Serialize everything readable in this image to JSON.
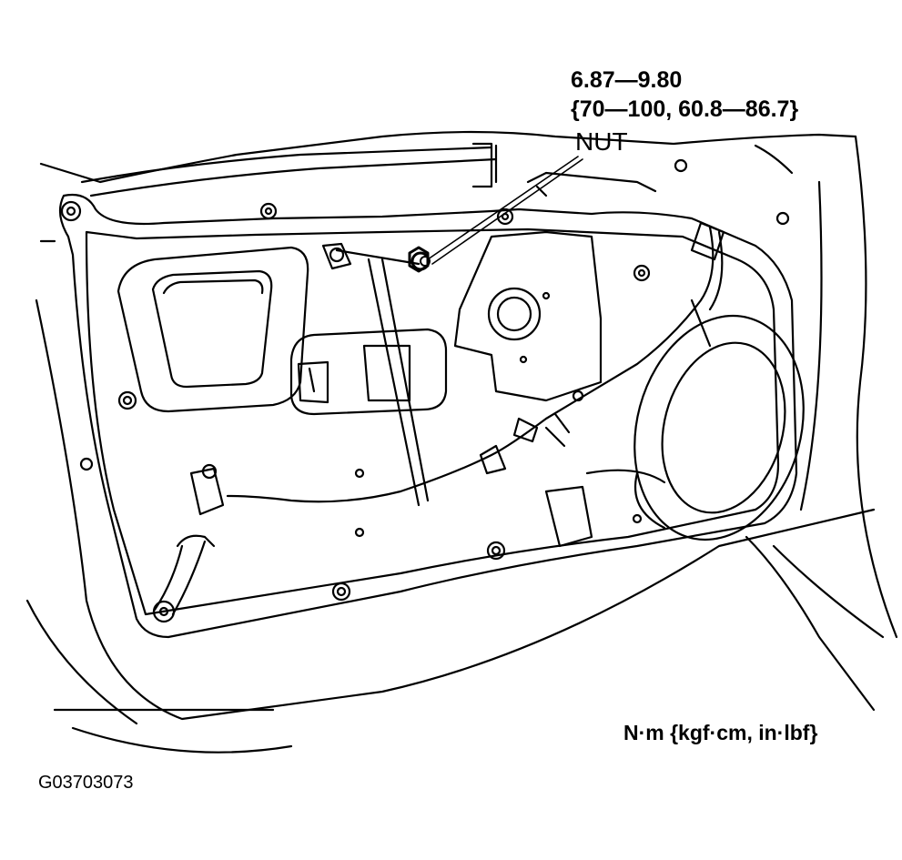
{
  "callout": {
    "torque_nm": "6.87—9.80",
    "torque_alt": "{70—100, 60.8—86.7}",
    "part_label": "NUT"
  },
  "units_legend": "N·m {kgf·cm, in·lbf}",
  "figure_id": "G03703073",
  "colors": {
    "ink": "#000000",
    "paper": "#ffffff"
  }
}
